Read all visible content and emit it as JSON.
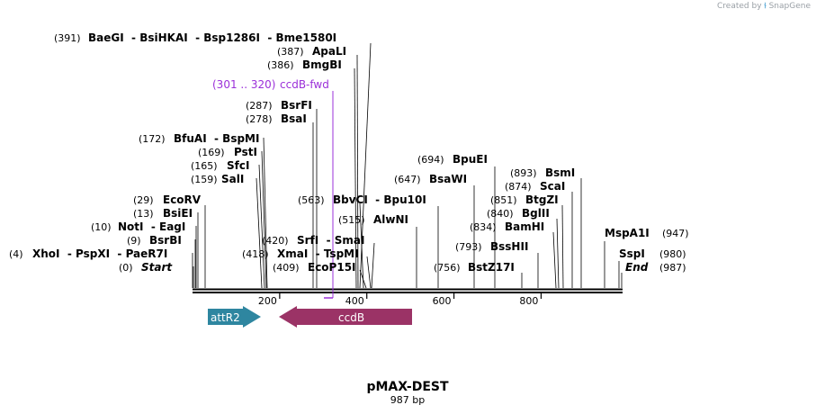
{
  "credit": {
    "prefix": "Created by",
    "brand": "SnapGene",
    "icon": "snapgene-logo-icon"
  },
  "map": {
    "name": "pMAX-DEST",
    "length_label": "987 bp",
    "length": 987,
    "ticks": [
      "200",
      "400",
      "600",
      "800"
    ],
    "tick_values": [
      200,
      400,
      600,
      800
    ],
    "sites": [
      {
        "pos": "(0)",
        "name": "Start",
        "italic": true
      },
      {
        "pos": "(4)",
        "name": "XhoI  - PspXI  - PaeR7I"
      },
      {
        "pos": "(9)",
        "name": "BsrBI"
      },
      {
        "pos": "(10)",
        "name": "NotI  - EagI"
      },
      {
        "pos": "(13)",
        "name": "BsiEI"
      },
      {
        "pos": "(29)",
        "name": "EcoRV"
      },
      {
        "pos": "(159)",
        "name": "SalI"
      },
      {
        "pos": "(165)",
        "name": "SfcI"
      },
      {
        "pos": "(169)",
        "name": "PstI"
      },
      {
        "pos": "(172)",
        "name": "BfuAI  - BspMI"
      },
      {
        "pos": "(278)",
        "name": "BsaI"
      },
      {
        "pos": "(287)",
        "name": "BsrFI"
      },
      {
        "pos": "(386)",
        "name": "BmgBI"
      },
      {
        "pos": "(387)",
        "name": "ApaLI"
      },
      {
        "pos": "(391)",
        "name": "BaeGI  - BsiHKAI  - Bsp1286I  - Bme1580I"
      },
      {
        "pos": "(409)",
        "name": "EcoP15I"
      },
      {
        "pos": "(418)",
        "name": "XmaI  - TspMI"
      },
      {
        "pos": "(420)",
        "name": "SrfI  - SmaI"
      },
      {
        "pos": "(515)",
        "name": "AlwNI"
      },
      {
        "pos": "(563)",
        "name": "BbvCI  - Bpu10I"
      },
      {
        "pos": "(647)",
        "name": "BsaWI"
      },
      {
        "pos": "(694)",
        "name": "BpuEI"
      },
      {
        "pos": "(756)",
        "name": "BstZ17I"
      },
      {
        "pos": "(793)",
        "name": "BssHII"
      },
      {
        "pos": "(834)",
        "name": "BamHI"
      },
      {
        "pos": "(840)",
        "name": "BglII"
      },
      {
        "pos": "(851)",
        "name": "BtgZI"
      },
      {
        "pos": "(874)",
        "name": "ScaI"
      },
      {
        "pos": "(893)",
        "name": "BsmI"
      },
      {
        "name": "MspA1I",
        "pos": "(947)"
      },
      {
        "name": "SspI",
        "pos": "(980)"
      },
      {
        "name": "End",
        "pos": "(987)",
        "italic": true
      }
    ],
    "primer": {
      "range": "(301 .. 320)",
      "name": "ccdB-fwd",
      "color": "#9b30d9"
    },
    "features": [
      {
        "name": "attR2",
        "color": "#2e86a0",
        "direction": "forward"
      },
      {
        "name": "ccdB",
        "color": "#9b3366",
        "direction": "reverse"
      }
    ]
  }
}
